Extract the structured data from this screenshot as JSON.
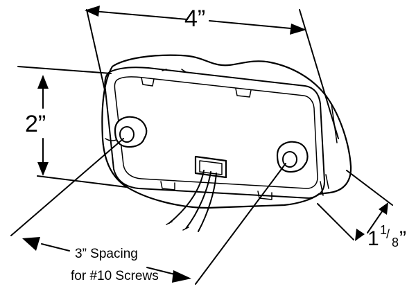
{
  "dimensions": {
    "width": "4”",
    "height": "2”",
    "depth_whole": "1",
    "depth_num": "1",
    "depth_slash": "/",
    "depth_den": "8",
    "depth_mark": "”"
  },
  "spacing_note": {
    "line1": "3” Spacing",
    "line2": "for #10 Screws"
  },
  "colors": {
    "ink": "#000000",
    "paper": "#ffffff"
  }
}
